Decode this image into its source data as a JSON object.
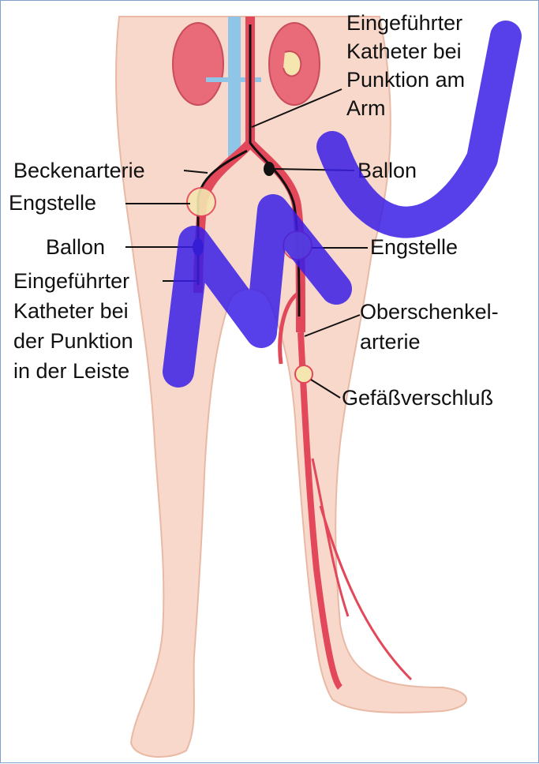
{
  "labels": {
    "catheter_arm": [
      "Eingeführter",
      "Katheter bei",
      "Punktion am",
      "Arm"
    ],
    "beckenarterie": "Beckenarterie",
    "engstelle_left": "Engstelle",
    "ballon_left": "Ballon",
    "catheter_groin": [
      "Eingeführter",
      "Katheter bei",
      "der Punktion",
      "in der Leiste"
    ],
    "ballon_right": "Ballon",
    "engstelle_right": "Engstelle",
    "oberschenkelarterie": [
      "Oberschenkel-",
      "arterie"
    ],
    "gefaessverschluss": "Gefäßverschluß"
  },
  "colors": {
    "skin": "#f7d8cb",
    "skin_shadow": "#e9b9a6",
    "artery": "#e2475a",
    "vein": "#8fc6e8",
    "kidney": "#e96a78",
    "catheter": "#111111",
    "stenosis": "#f5e6b0",
    "watermark": "#3a1ee6"
  },
  "watermark": "MU"
}
